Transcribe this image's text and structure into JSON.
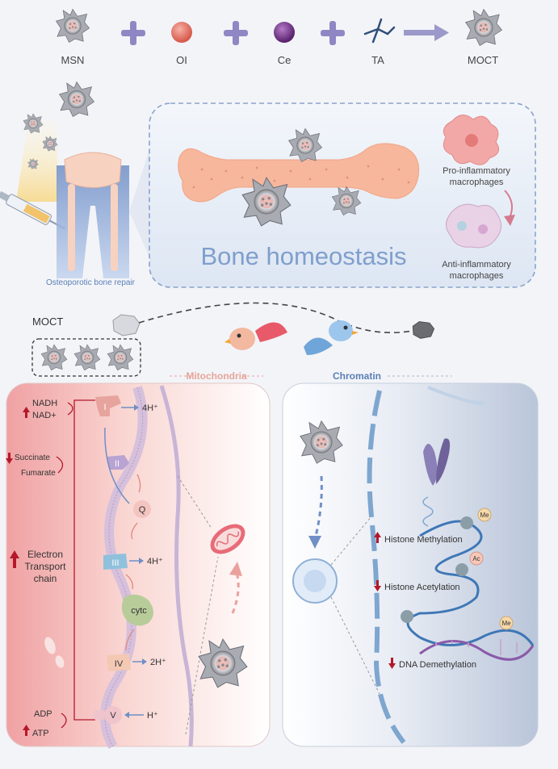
{
  "top_row": {
    "msn_label": "MSN",
    "oi_label": "OI",
    "ce_label": "Ce",
    "ta_label": "TA",
    "moct_label": "MOCT"
  },
  "middle": {
    "repair_caption": "Osteoporotic bone repair",
    "homeostasis_title": "Bone homeostasis",
    "pro_label_1": "Pro-inflammatory",
    "pro_label_2": "macrophages",
    "anti_label_1": "Anti-inflammatory",
    "anti_label_2": "macrophages"
  },
  "lower": {
    "moct_label": "MOCT",
    "mitochondria_label": "Mitochondria",
    "chromatin_label": "Chromatin"
  },
  "mito": {
    "nadh": "NADH",
    "nad": "NAD+",
    "succinate": "Succinate",
    "fumarate": "Fumarate",
    "etc_1": "Electron",
    "etc_2": "Transport",
    "etc_3": "chain",
    "adp": "ADP",
    "atp": "ATP",
    "complex_1": "I",
    "complex_2": "II",
    "q": "Q",
    "complex_3": "III",
    "cytc": "cytc",
    "complex_4": "IV",
    "complex_5": "V",
    "h_1": "4H⁺",
    "h_3": "4H⁺",
    "h_4": "2H⁺",
    "h_5": "H⁺"
  },
  "chromatin": {
    "histone_methylation": "Histone Methylation",
    "histone_acetylation": "Histone Acetylation",
    "dna_demethylation": "DNA Demethylation",
    "me_1": "Me",
    "ac": "Ac",
    "me_2": "Me"
  },
  "colors": {
    "plus": "#8d88c4",
    "bone": "#f6b79c",
    "up_arrow": "#b4182b",
    "blue_text": "#5a7fb6",
    "mito_text": "#e6a59a"
  }
}
